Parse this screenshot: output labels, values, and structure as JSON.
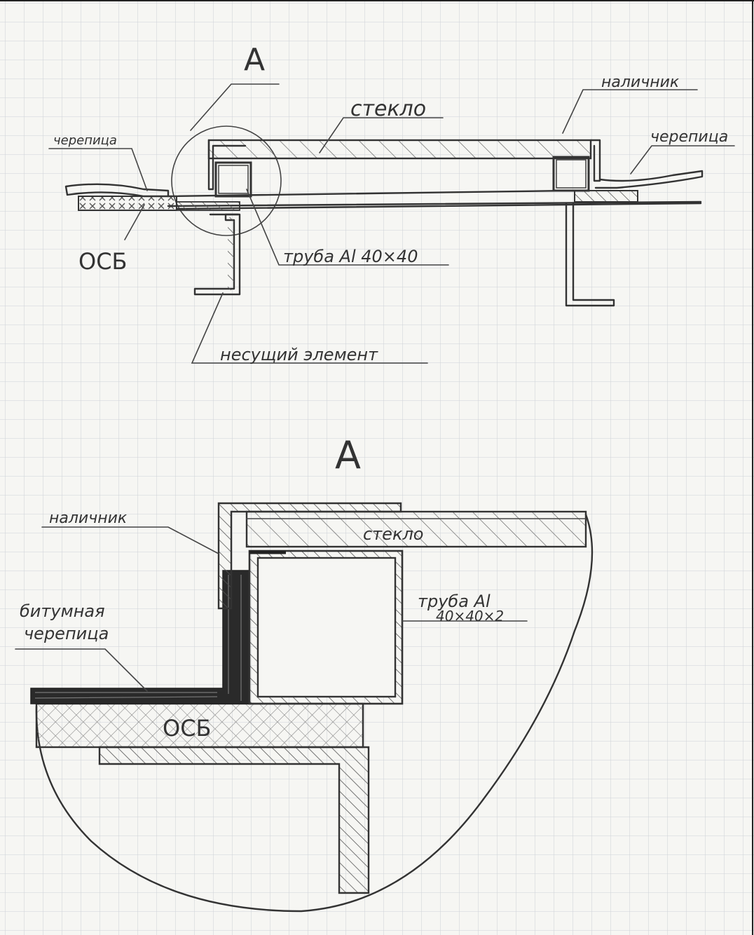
{
  "paper": {
    "background": "#f6f6f3",
    "grid_color": "#cfd3d8",
    "ink_color": "#333333"
  },
  "overview": {
    "title": "A",
    "labels": {
      "glass": "стекло",
      "trim": "наличник",
      "tile_left": "черепица",
      "tile_right": "черепица",
      "osb": "ОСБ",
      "tube": "труба Al 40×40",
      "bearing": "несущий элемент"
    }
  },
  "detail": {
    "title": "A",
    "labels": {
      "trim": "наличник",
      "glass": "стекло",
      "tube_line1": "труба Al",
      "tube_line2": "40×40×2",
      "bitumen_line1": "битумная",
      "bitumen_line2": "черепица",
      "osb": "ОСБ"
    }
  }
}
